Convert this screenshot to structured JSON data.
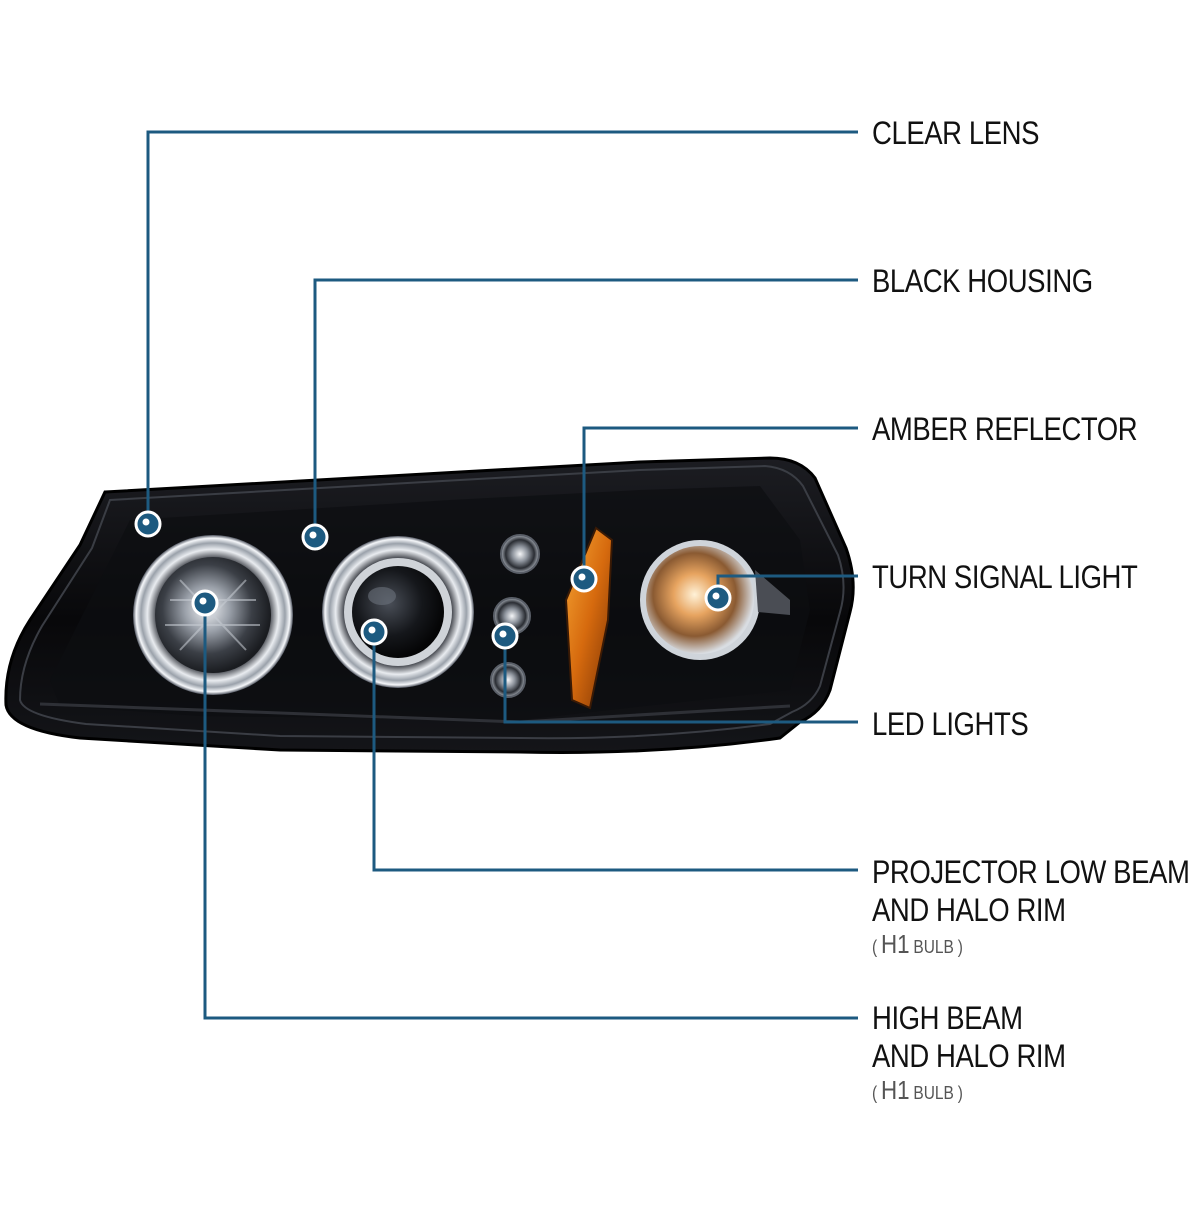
{
  "colors": {
    "leader_line": "#1d5a80",
    "dot_ring": "#ffffff",
    "dot_fill": "#1d5a80",
    "label_text": "#111111",
    "sub_text": "#555555",
    "amber": "#e07a10",
    "housing": "#0b0b0d"
  },
  "callouts": [
    {
      "id": "clear-lens",
      "lines": [
        "CLEAR LENS"
      ],
      "sub": null
    },
    {
      "id": "black-housing",
      "lines": [
        "BLACK HOUSING"
      ],
      "sub": null
    },
    {
      "id": "amber-reflector",
      "lines": [
        "AMBER REFLECTOR"
      ],
      "sub": null
    },
    {
      "id": "turn-signal-light",
      "lines": [
        "TURN SIGNAL LIGHT"
      ],
      "sub": null
    },
    {
      "id": "led-lights",
      "lines": [
        "LED LIGHTS"
      ],
      "sub": null
    },
    {
      "id": "projector-low-beam",
      "lines": [
        "PROJECTOR LOW BEAM",
        "AND HALO RIM"
      ],
      "sub": {
        "open": "(",
        "bulb": "H1",
        "word": "BULB",
        "close": ")"
      }
    },
    {
      "id": "high-beam",
      "lines": [
        "HIGH BEAM",
        "AND HALO RIM"
      ],
      "sub": {
        "open": "(",
        "bulb": "H1",
        "word": "BULB",
        "close": ")"
      }
    }
  ]
}
